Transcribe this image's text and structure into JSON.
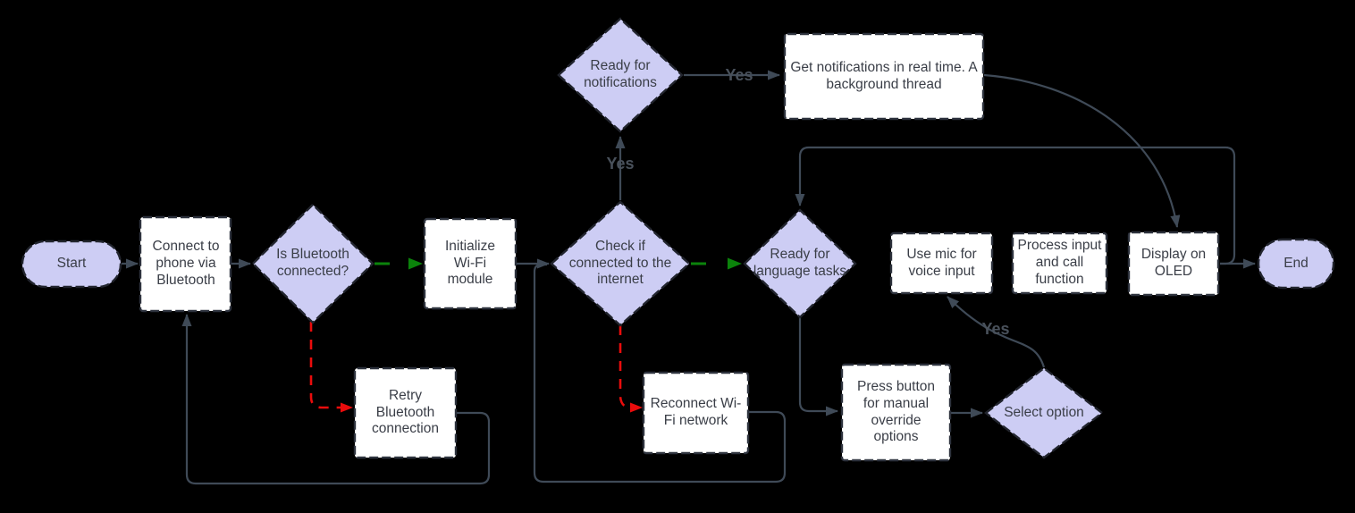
{
  "nodes": {
    "start": {
      "type": "terminator",
      "label": "Start"
    },
    "connect_phone": {
      "type": "process",
      "label": "Connect to phone via Bluetooth"
    },
    "bt_connected": {
      "type": "decision",
      "label": "Is Bluetooth connected?"
    },
    "init_wifi": {
      "type": "process",
      "label": "Initialize Wi-Fi module"
    },
    "check_internet": {
      "type": "decision",
      "label": "Check if connected to the internet"
    },
    "ready_notifications": {
      "type": "decision",
      "label": "Ready for notifications"
    },
    "get_notifications": {
      "type": "process",
      "label": "Get notifications in real time. A background thread"
    },
    "ready_language": {
      "type": "decision",
      "label": "Ready for language tasks"
    },
    "use_mic": {
      "type": "process",
      "label": "Use mic for voice input"
    },
    "process_input": {
      "type": "process",
      "label": "Process input and call function"
    },
    "display_oled": {
      "type": "process",
      "label": "Display on OLED"
    },
    "end": {
      "type": "terminator",
      "label": "End"
    },
    "retry_bluetooth": {
      "type": "process",
      "label": "Retry Bluetooth connection"
    },
    "reconnect_wifi": {
      "type": "process",
      "label": "Reconnect Wi-Fi network"
    },
    "press_button": {
      "type": "process",
      "label": "Press button for manual override options"
    },
    "select_option": {
      "type": "decision",
      "label": "Select option"
    }
  },
  "edge_labels": {
    "check_to_notifications": "Yes",
    "notifications_to_get": "Yes",
    "select_to_mic": "Yes"
  },
  "colors": {
    "background": "#000000",
    "decision_fill": "#cdcdf4",
    "process_fill": "#ffffff",
    "shape_stroke": "#22252e",
    "edge_default": "#3f4a57",
    "edge_yes_green": "#0b830b",
    "edge_no_red": "#ea0c0c",
    "edge_label_text": "#49515b"
  }
}
